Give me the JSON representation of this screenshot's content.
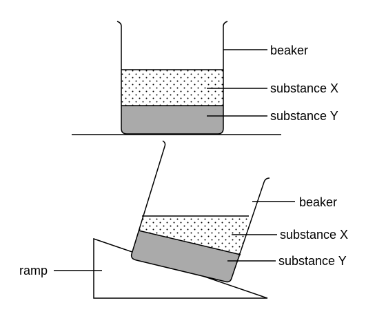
{
  "labels": {
    "top_beaker": "beaker",
    "top_substance_x": "substance X",
    "top_substance_y": "substance Y",
    "bottom_beaker": "beaker",
    "bottom_substance_x": "substance X",
    "bottom_substance_y": "substance Y",
    "ramp": "ramp"
  },
  "colors": {
    "outline": "#000000",
    "substance_y_fill": "#aaaaaa",
    "substance_x_fill": "#ffffff",
    "substance_x_dots": "#000000"
  }
}
